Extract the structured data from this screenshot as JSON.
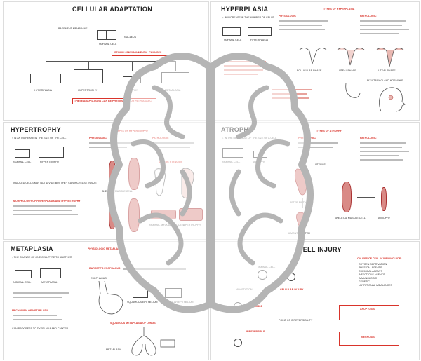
{
  "cellular_adaptation": {
    "title": "CELLULAR ADAPTATION",
    "membrane": "BASEMENT MEMBRANE",
    "nucleus": "NUCLEUS",
    "normal_cell": "NORMAL CELL",
    "stimulus": "STIMULI / ENVIRONMENTAL CHANGES",
    "outcomes": [
      "HYPERPLASIA",
      "HYPERTROPHY",
      "ATROPHY",
      "METAPLASIA"
    ],
    "note": "THESE ADAPTATIONS CAN BE PHYSIOLOGIC OR PATHOLOGIC"
  },
  "hyperplasia": {
    "title": "HYPERPLASIA",
    "def": "↑ IN INCREASE IN THE NUMBER OF CELLS",
    "normal": "NORMAL CELL",
    "label2": "HYPERPLASIA",
    "types_title": "TYPES OF HYPERPLASIA",
    "physio": "PHYSIOLOGIC",
    "patho": "PATHOLOGIC",
    "uterus1": "FOLLICULAR PHASE",
    "uterus2": "LUTEAL PHASE",
    "uterus3": "LUTEAL PHASE",
    "pituitary": "PITUITARY GLAND HORMONE"
  },
  "hypertrophy": {
    "title": "HYPERTROPHY",
    "def": "↑ IN AN INCREASE IN THE SIZE OF THE CELL",
    "normal": "NORMAL CELL",
    "label2": "HYPERTROPHY",
    "note": "INDUCED CELLS MAY NOT DIVIDE BUT THEY CAN INCREASE IN SIZE",
    "mech_title": "MORPHOLOGY OF HYPERPLASIA AND HYPERTROPHY",
    "types_title": "TYPES OF HYPERTROPHY",
    "physio": "PHYSIOLOGIC",
    "patho": "PATHOLOGIC",
    "aortic": "AORTIC STENOSIS",
    "skeletal": "SKELETAL MUSCLE CELL",
    "hypertrophy_lbl": "HYPERTROPHY",
    "normal_myo": "NORMAL MYOCARDIAL CELL"
  },
  "atrophy": {
    "title": "ATROPHY",
    "def": "↓ IN THE DECREASE OF THE SIZE OF A CELL",
    "normal": "NORMAL CELL",
    "label2": "ATROPHY",
    "types_title": "TYPES OF ATROPHY",
    "physio": "PHYSIOLOGIC",
    "patho": "PATHOLOGIC",
    "uterus": "UTERUS",
    "after_birth": "AFTER BIRTH",
    "months": "6 MONTHS LATER",
    "skeletal": "SKELETAL MUSCLE CELL",
    "atrophy_lbl": "ATROPHY"
  },
  "metaplasia": {
    "title": "METAPLASIA",
    "def": "↑ THE CHANGE OF ONE CELL TYPE TO ANOTHER",
    "normal": "NORMAL CELL",
    "label2": "METAPLASIA",
    "physio_title": "PHYSIOLOGIC METAPLASIA",
    "barretts": "BARRETT'S ESOPHAGUS",
    "esophagus": "ESOPHAGUS",
    "squamous": "SQUAMOUS EPITHELIUM",
    "glandular": "GLANDULAR EPITHELIUM",
    "mech_title": "MECHANISM OF METAPLASIA",
    "squamous_title": "SQUAMOUS METAPLASIA OF LUNGS",
    "normal_note": "CAN PROGRESS TO DYSPLASIA AND CANCER",
    "metaplasia_lbl": "METAPLASIA"
  },
  "cell_injury": {
    "title": "CELL INJURY",
    "normal": "NORMAL CELL",
    "adaptation": "ADAPTATION",
    "injury": "CELLULAR INJURY",
    "reversible": "REVERSIBLE",
    "irreversible": "IRREVERSIBLE",
    "point": "POINT OF IRREVERSIBILITY",
    "apoptosis": "APOPTOSIS",
    "necrosis": "NECROSIS",
    "causes_title": "CAUSES OF CELL INJURY INCLUDE:",
    "causes": [
      "OXYGEN DEPRIVATION",
      "PHYSICAL AGENTS",
      "CHEMICAL AGENTS",
      "INFECTIOUS AGENTS",
      "IMMUNOLOGIC",
      "GENETIC",
      "NUTRITIONAL IMBALANCES"
    ]
  }
}
